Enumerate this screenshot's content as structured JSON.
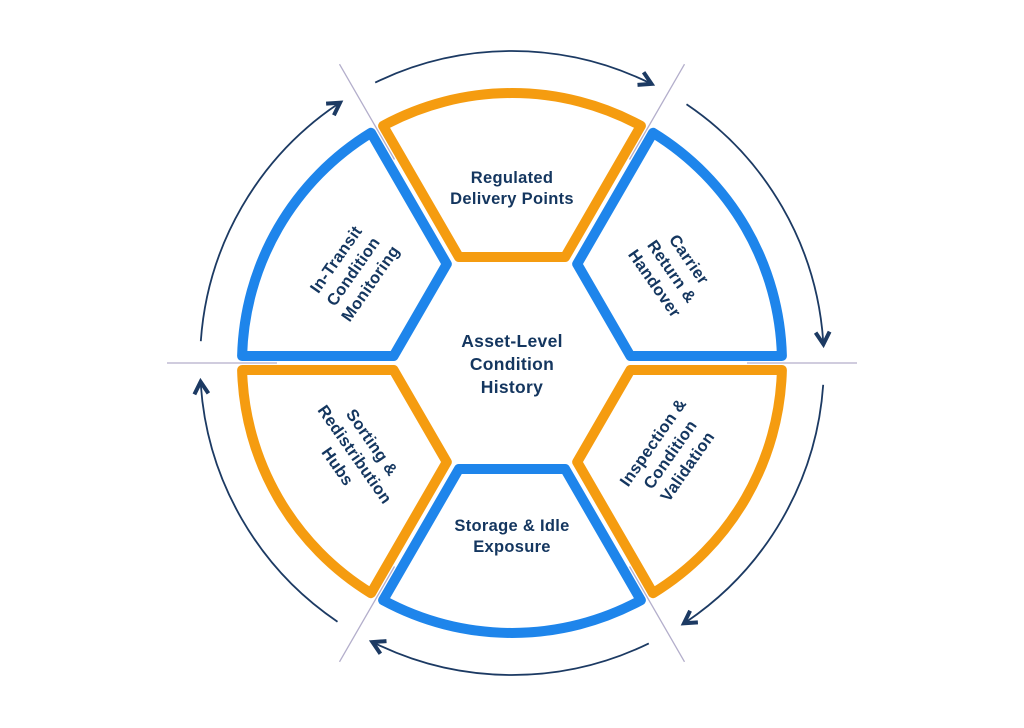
{
  "diagram": {
    "type": "cycle",
    "flow_direction": "clockwise",
    "center_label": {
      "lines": [
        "Asset-Level",
        "Condition",
        "History"
      ]
    },
    "colors": {
      "orange": "#F59C10",
      "blue": "#1E85EB",
      "text_navy": "#14365F",
      "arrow_navy": "#1C3A63",
      "divider": "#B3AECB",
      "background": "#FFFFFF"
    },
    "segments": [
      {
        "id": "regulated-delivery-points",
        "lines": [
          "Regulated",
          "Delivery Points"
        ],
        "color": "orange",
        "theta_start": 60,
        "theta_end": 120
      },
      {
        "id": "carrier-return-handover",
        "lines": [
          "Carrier",
          "Return &",
          "Handover"
        ],
        "color": "blue",
        "theta_start": 0,
        "theta_end": 60
      },
      {
        "id": "inspection-condition-validation",
        "lines": [
          "Inspection &",
          "Condition",
          "Validation"
        ],
        "color": "orange",
        "theta_start": -60,
        "theta_end": 0
      },
      {
        "id": "storage-idle-exposure",
        "lines": [
          "Storage & Idle",
          "Exposure"
        ],
        "color": "blue",
        "theta_start": -120,
        "theta_end": -60
      },
      {
        "id": "sorting-redistribution-hubs",
        "lines": [
          "Sorting &",
          "Redistribution",
          "Hubs"
        ],
        "color": "orange",
        "theta_start": -180,
        "theta_end": -120
      },
      {
        "id": "in-transit-condition-monitoring",
        "lines": [
          "In-Transit",
          "Condition",
          "Monitoring"
        ],
        "color": "blue",
        "theta_start": 120,
        "theta_end": 180
      }
    ]
  }
}
